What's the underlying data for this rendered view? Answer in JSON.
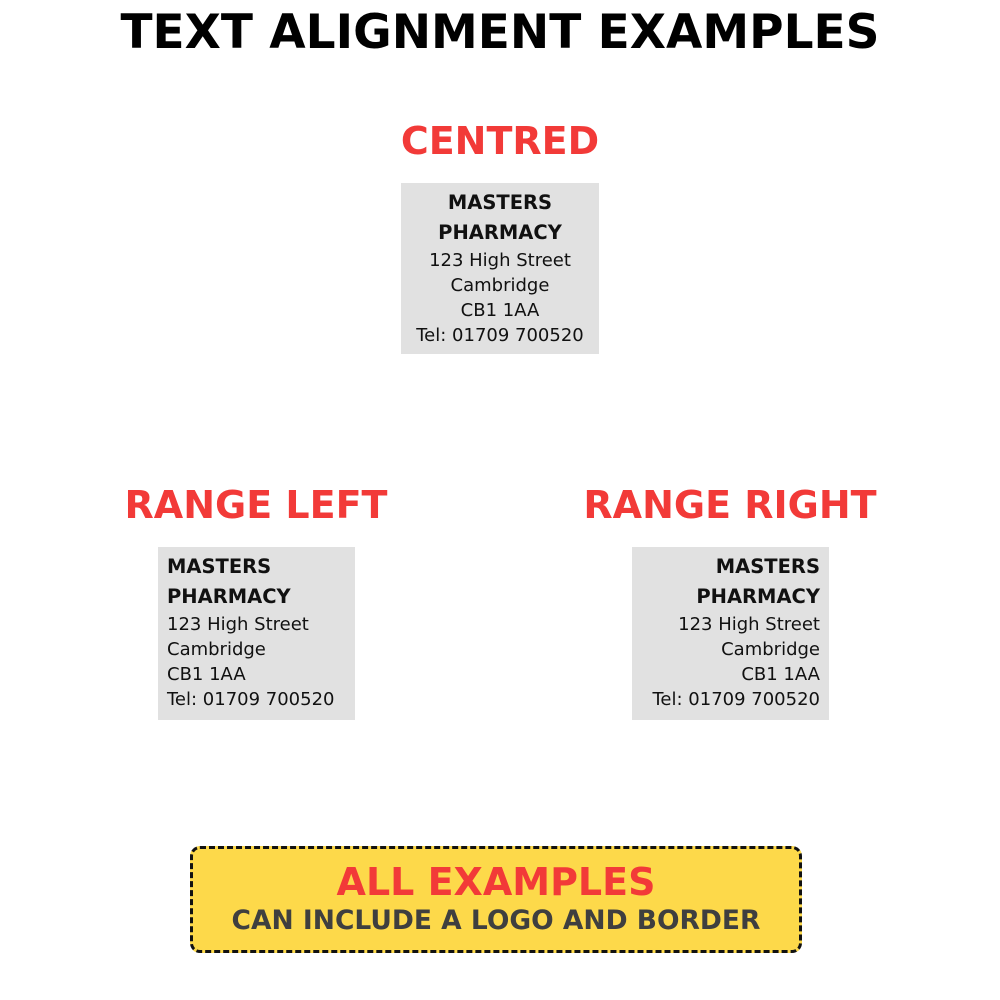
{
  "page_title": "TEXT ALIGNMENT EXAMPLES",
  "colors": {
    "heading_red": "#f23a38",
    "card_background": "#e1e1e1",
    "note_background": "#fdd94a",
    "note_subtext": "#3f3f3f"
  },
  "examples": {
    "centred": {
      "heading": "CENTRED",
      "alignment": "center",
      "card": {
        "name_line_1": "MASTERS",
        "name_line_2": "PHARMACY",
        "street": "123 High Street",
        "city": "Cambridge",
        "postcode": "CB1 1AA",
        "phone": "Tel: 01709 700520"
      }
    },
    "range_left": {
      "heading": "RANGE LEFT",
      "alignment": "left",
      "card": {
        "name_line_1": "MASTERS",
        "name_line_2": "PHARMACY",
        "street": "123 High Street",
        "city": "Cambridge",
        "postcode": "CB1 1AA",
        "phone": "Tel: 01709 700520"
      }
    },
    "range_right": {
      "heading": "RANGE RIGHT",
      "alignment": "right",
      "card": {
        "name_line_1": "MASTERS",
        "name_line_2": "PHARMACY",
        "street": "123 High Street",
        "city": "Cambridge",
        "postcode": "CB1 1AA",
        "phone": "Tel: 01709 700520"
      }
    }
  },
  "note": {
    "title": "ALL EXAMPLES",
    "subtitle": "CAN INCLUDE A LOGO AND BORDER"
  }
}
